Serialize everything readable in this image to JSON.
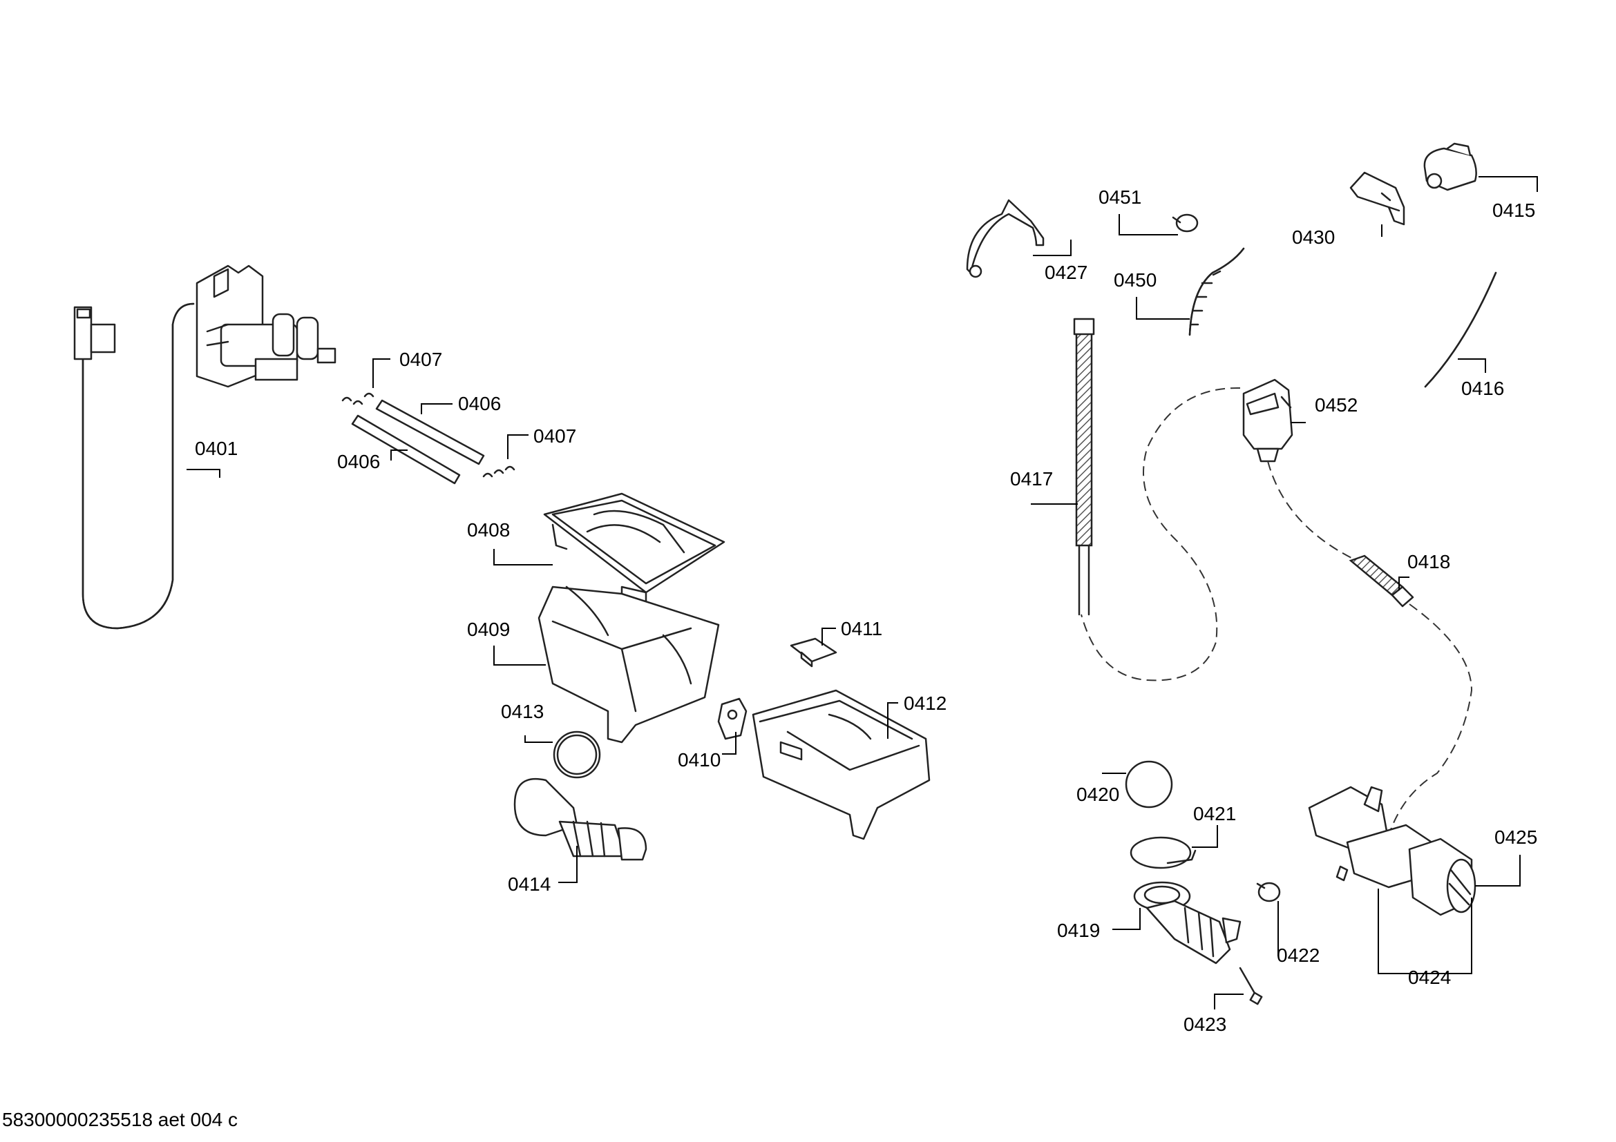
{
  "labels": {
    "l0401": "0401",
    "l0406a": "0406",
    "l0406b": "0406",
    "l0407a": "0407",
    "l0407b": "0407",
    "l0408": "0408",
    "l0409": "0409",
    "l0410": "0410",
    "l0411": "0411",
    "l0412": "0412",
    "l0413": "0413",
    "l0414": "0414",
    "l0415": "0415",
    "l0416": "0416",
    "l0417": "0417",
    "l0418": "0418",
    "l0419": "0419",
    "l0420": "0420",
    "l0421": "0421",
    "l0422": "0422",
    "l0423": "0423",
    "l0424": "0424",
    "l0425": "0425",
    "l0427": "0427",
    "l0430": "0430",
    "l0450": "0450",
    "l0451": "0451",
    "l0452": "0452"
  },
  "footer": "58300000235518 aet 004 c"
}
